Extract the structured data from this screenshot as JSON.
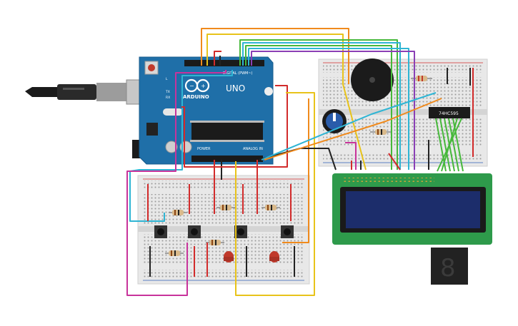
{
  "arduino": {
    "logo_text": "ARDUINO",
    "model_text": "UNO",
    "digital_label": "DIGITAL (PWM~)",
    "power_label": "POWER",
    "analog_label": "ANALOG IN",
    "led_tx": "TX",
    "led_rx": "RX",
    "led_l": "L"
  },
  "chips": {
    "shift_register": "74HC595"
  },
  "seven_segment": {
    "digit": "8"
  },
  "colors": {
    "board_blue": "#1f6fa8",
    "breadboard": "#e8e8e8",
    "lcd_pcb": "#2e9a4b",
    "lcd_screen": "#1c2d6b",
    "wire_red": "#d22b2b",
    "wire_yellow": "#e8c31a",
    "wire_green": "#46b83a",
    "wire_cyan": "#2fb5d4",
    "wire_purple": "#8a3fb5",
    "wire_orange": "#f08a1c",
    "wire_black": "#222222",
    "wire_magenta": "#c8339b"
  }
}
